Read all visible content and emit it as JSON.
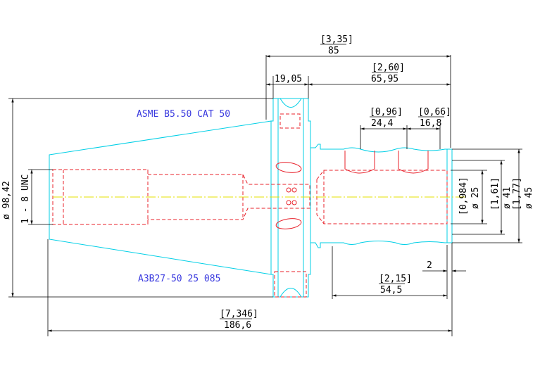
{
  "notes": {
    "standard": "ASME B5.50 CAT 50",
    "part_number": "A3B27-50 25 085"
  },
  "dimensions": {
    "overall_projection_in": "[3,35]",
    "overall_projection_mm": "85",
    "flange_width": "19,05",
    "body_length_in": "[2,60]",
    "body_length_mm": "65,95",
    "screw_pitch_1_in": "[0,96]",
    "screw_pitch_1_mm": "24,4",
    "screw_pitch_2_in": "[0,66]",
    "screw_pitch_2_mm": "16,8",
    "flange_diameter": "ø 98,42",
    "retention_thread": "1 - 8 UNC",
    "bore_in": "[0,984]",
    "bore_mm": "ø 25",
    "nose_diameter_1_in": "[1,61]",
    "nose_diameter_1_mm": "ø 41",
    "nose_diameter_2_in": "[1,77]",
    "nose_diameter_2_mm": "ø 45",
    "chamfer": "2",
    "bore_depth_in": "[2,15]",
    "bore_depth_mm": "54,5",
    "total_length_in": "[7,346]",
    "total_length_mm": "186,6"
  }
}
